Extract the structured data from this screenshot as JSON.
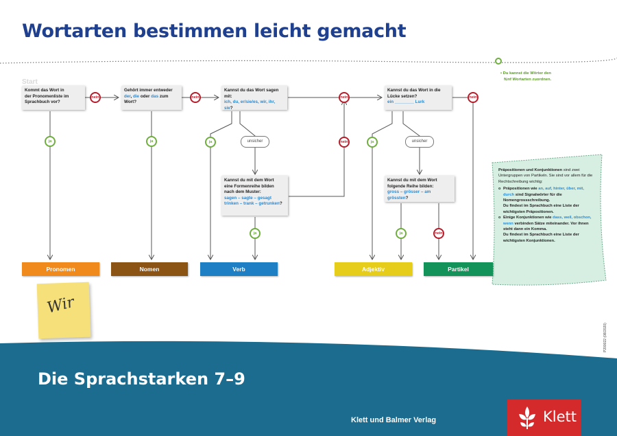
{
  "title": "Wortarten bestimmen leicht gemacht",
  "start_label": "Start",
  "questions": {
    "q1": [
      "Kommt das Wort in",
      "der Pronomenliste im",
      "Sprachbuch vor?"
    ],
    "q2": {
      "line1": "Gehört immer entweder",
      "w1": "der",
      "w2": "die",
      "oder": "oder",
      "w3": "das",
      "tail": "zum",
      "line3": "Wort?"
    },
    "q3": {
      "line1": "Kannst du das Wort sagen",
      "line2": "mit:",
      "hl": "ich, du, er/sie/es, wir, ihr, sie",
      "q": "?"
    },
    "q4": {
      "line1": "Kannst du das Wort in die",
      "line2": "Lücke setzen?",
      "hl": "ein ________ Lurk"
    },
    "q5": {
      "line1": "Kannst du mit dem Wort",
      "line2": "eine Formenreihe bilden",
      "line3": "nach dem Muster:",
      "hl1": "sagen – sagte – gesagt",
      "hl2": "trinken – trank – getrunken",
      "q": "?"
    },
    "q6": {
      "line1": "Kannst du mit dem Wort",
      "line2": "folgende Reihe bilden:",
      "hl": "gross – grösser – am grössten",
      "q": "?"
    }
  },
  "labels": {
    "nein": "nein",
    "ja": "ja",
    "unsicher": "unsicher"
  },
  "categories": [
    {
      "label": "Pronomen",
      "color": "#f08a1c"
    },
    {
      "label": "Nomen",
      "color": "#8b5314"
    },
    {
      "label": "Verb",
      "color": "#1f7fc4"
    },
    {
      "label": "Adjektiv",
      "color": "#e6cd1b"
    },
    {
      "label": "Partikel",
      "color": "#13925a"
    }
  ],
  "green_note": [
    "Du kannst die Wörter den",
    "fünf Wortarten zuordnen."
  ],
  "sticky_word": "Wir",
  "side_note": {
    "p1_a": "Präpositionen und Konjunktionen",
    "p1_b": "sind zwei Untergruppen von Partikeln. Sie sind vor allem für die Rechtschreibung wichtig:",
    "b1_a": "Präpositionen wie",
    "b1_hl": "an, auf, hinter, über, mit, durch",
    "b1_b": "sind Signalwörter für die Nomengrossschreibung.",
    "b1_c": "Du findest im Sprachbuch eine Liste der wichtigsten Präpositionen.",
    "b2_a": "Einige Konjunktionen wie",
    "b2_hl": "dass, weil, obschon, wenn",
    "b2_b": "verbinden Sätze miteinander. Vor ihnen steht dann ein Komma.",
    "b2_c": "Du findest im Sprachbuch eine Liste der wichtigsten Konjunktionen."
  },
  "code": "P200022 (08/2020)",
  "band_title": "Die Sprachstarken 7–9",
  "publisher": "Klett und Balmer Verlag",
  "logo_text": "Klett",
  "colors": {
    "title": "#1f3f8f",
    "band": "#1b6c8e",
    "nein": "#b51d2b",
    "ja": "#6fae3e",
    "logo": "#d42a2c"
  }
}
